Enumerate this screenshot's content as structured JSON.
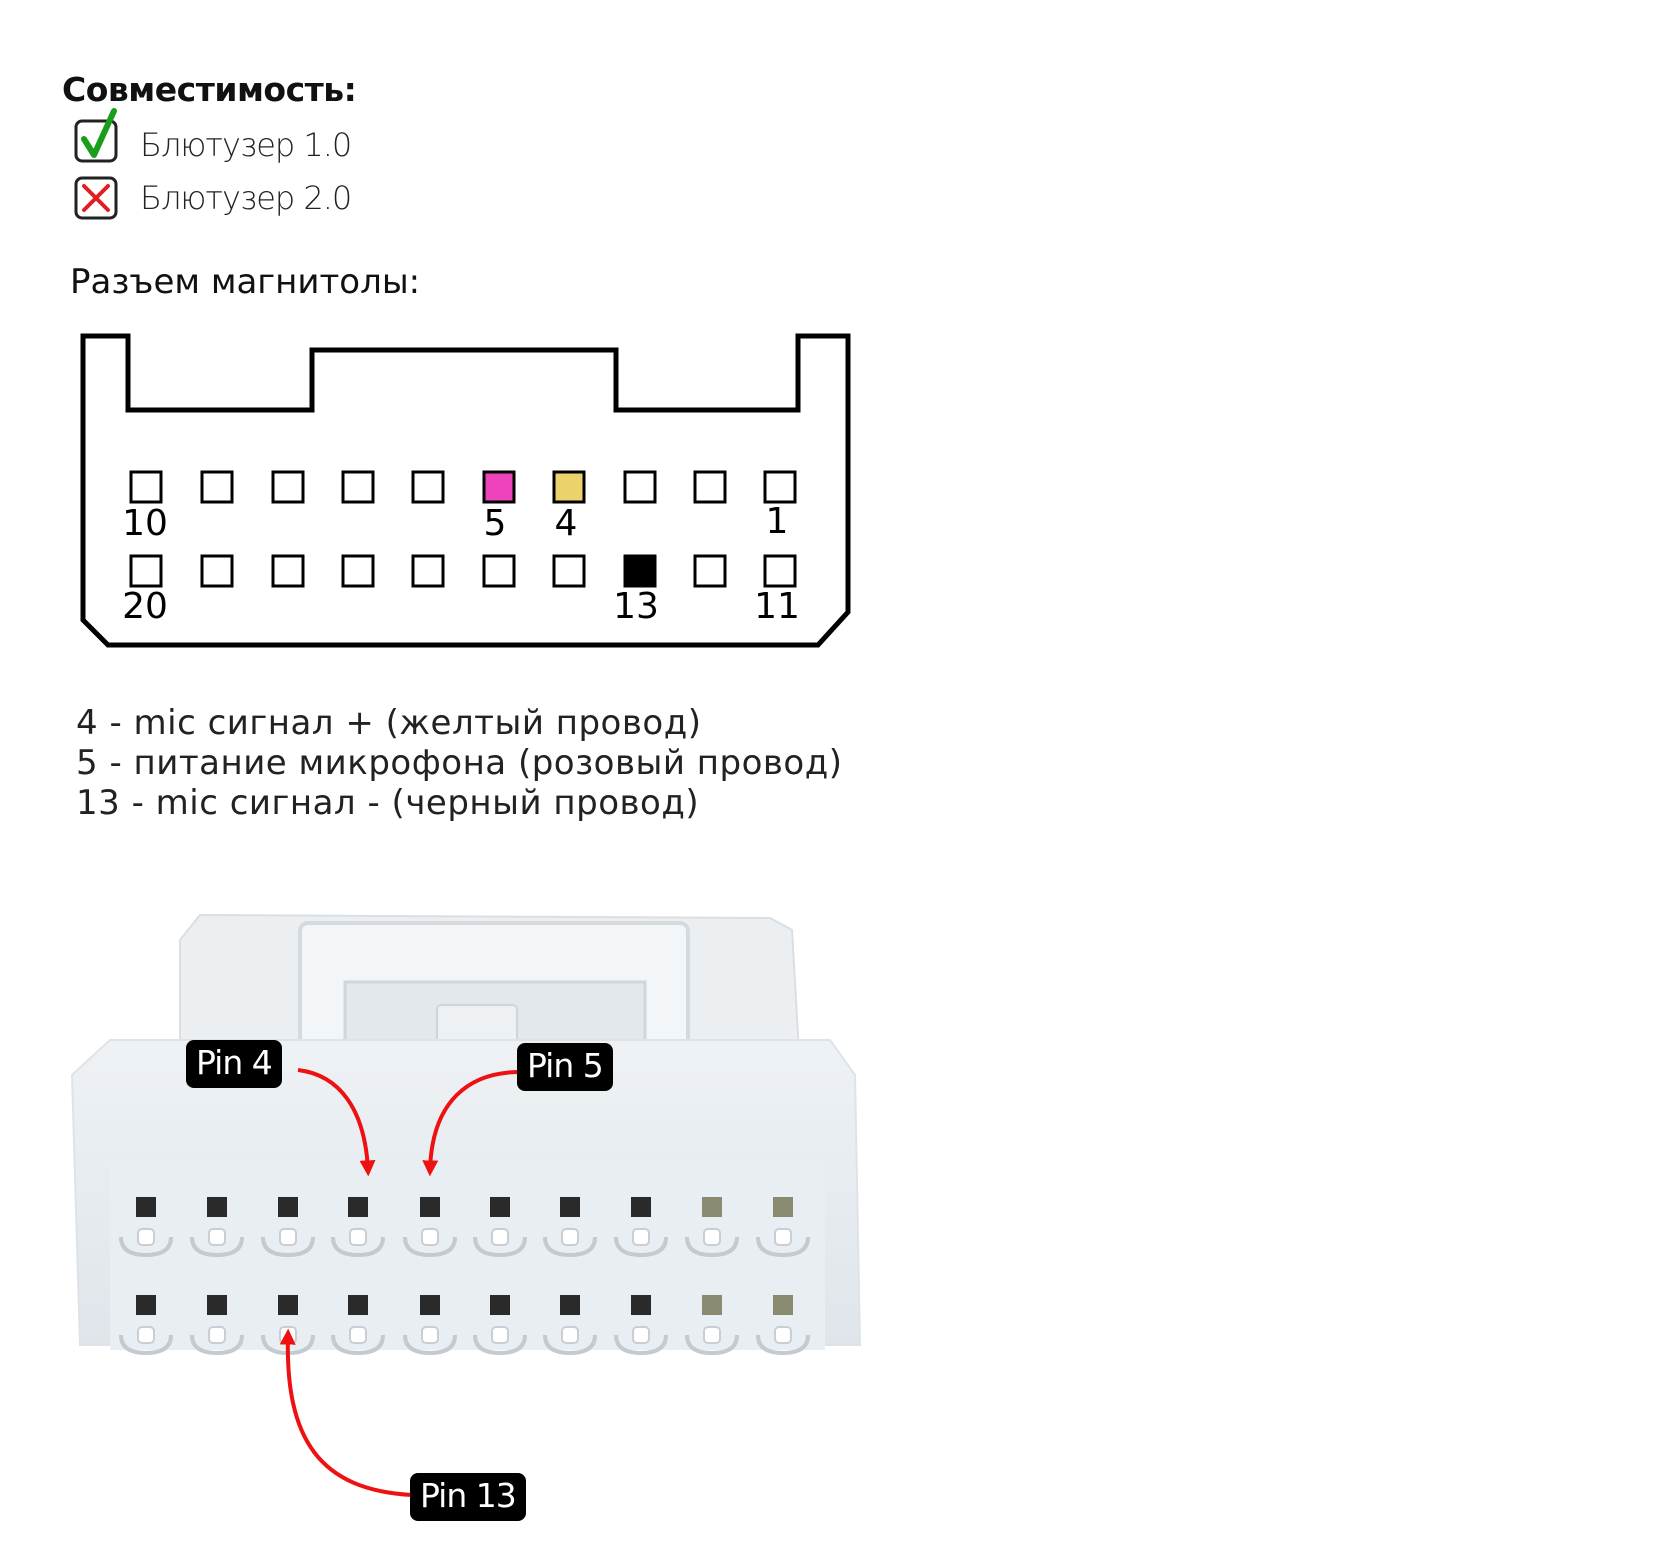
{
  "compatibility": {
    "title": "Совместимость:",
    "items": [
      {
        "label": "Блютузер 1.0",
        "status": "check-icon",
        "color": "#1a9e1a"
      },
      {
        "label": "Блютузер 2.0",
        "status": "cross-icon",
        "color": "#e02020"
      }
    ]
  },
  "connector": {
    "title": "Разъем магнитолы:",
    "pin_numbers": {
      "p10": "10",
      "p5": "5",
      "p4": "4",
      "p1": "1",
      "p20": "20",
      "p13": "13",
      "p11": "11"
    },
    "highlight_colors": {
      "pin5": "#ee44bb",
      "pin4": "#ecd26a",
      "pin13": "#000000"
    }
  },
  "legend": [
    "4 - mic сигнал + (желтый провод)",
    "5 - питание микрофона (розовый провод)",
    "13 - mic сигнал - (черный провод)"
  ],
  "photo": {
    "callouts": {
      "pin4": "Pin 4",
      "pin5": "Pin 5",
      "pin13": "Pin 13"
    },
    "arrow_color": "#ee1111"
  }
}
